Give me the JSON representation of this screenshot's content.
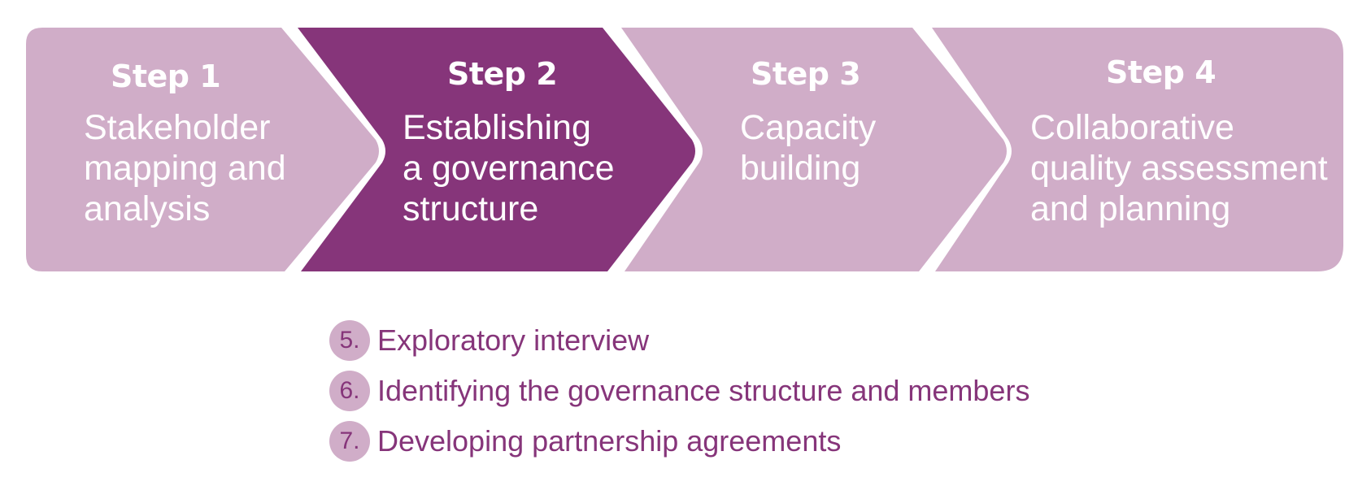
{
  "colors": {
    "active_step": "#86357a",
    "inactive_step": "#d0adc8",
    "step_text": "#ffffff",
    "list_text": "#86357a",
    "number_badge": "#d0adc8"
  },
  "steps": [
    {
      "title": "Step 1",
      "lines": [
        "Stakeholder",
        "mapping and",
        "analysis"
      ],
      "active": false
    },
    {
      "title": "Step 2",
      "lines": [
        "Establishing",
        "a governance",
        "structure"
      ],
      "active": true
    },
    {
      "title": "Step 3",
      "lines": [
        "Capacity",
        "building"
      ],
      "active": false
    },
    {
      "title": "Step 4",
      "lines": [
        "Collaborative",
        "quality assessment",
        "and planning"
      ],
      "active": false
    }
  ],
  "substeps": [
    {
      "number": "5.",
      "label": "Exploratory interview"
    },
    {
      "number": "6.",
      "label": "Identifying the governance structure and members"
    },
    {
      "number": "7.",
      "label": "Developing partnership agreements"
    }
  ]
}
